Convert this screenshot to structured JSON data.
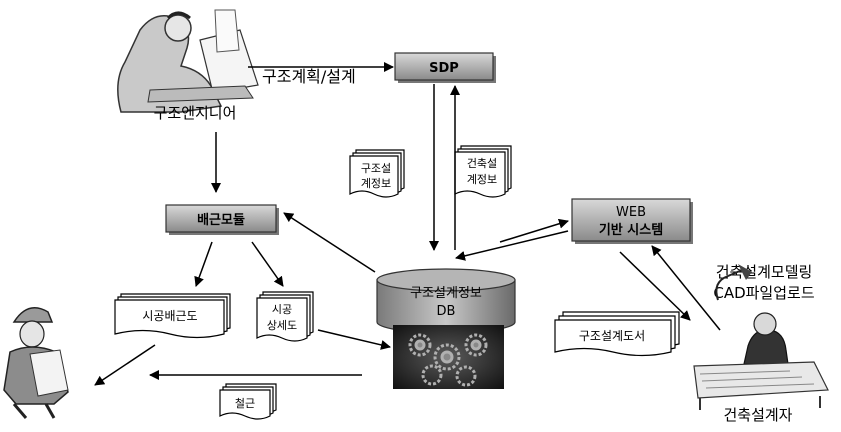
{
  "labels": {
    "plan_design": "구조계획/설계",
    "structural_engineer": "구조엔지니어",
    "architectural_designer": "건축설계자",
    "modeling_upload_line1": "건축설계모델링",
    "modeling_upload_line2": "CAD파일업로드"
  },
  "boxes": {
    "sdp": "SDP",
    "rebar": "배근모듈",
    "web_line1": "WEB",
    "web_line2": "기반 시스템"
  },
  "database": {
    "line1": "구조설계정보",
    "line2": "DB"
  },
  "documents": {
    "struct_info_line1": "구조설",
    "struct_info_line2": "계정보",
    "arch_info_line1": "건축설",
    "arch_info_line2": "계정보",
    "construction_rebar": "시공배근도",
    "construction_detail_line1": "시공",
    "construction_detail_line2": "상세도",
    "struct_design_doc": "구조설계도서",
    "rebar_doc": "철근"
  },
  "icons": {
    "engineer": "engineer-at-desk-icon",
    "worker": "construction-worker-icon",
    "designer": "designer-at-desk-icon",
    "gears": "gears-icon"
  }
}
